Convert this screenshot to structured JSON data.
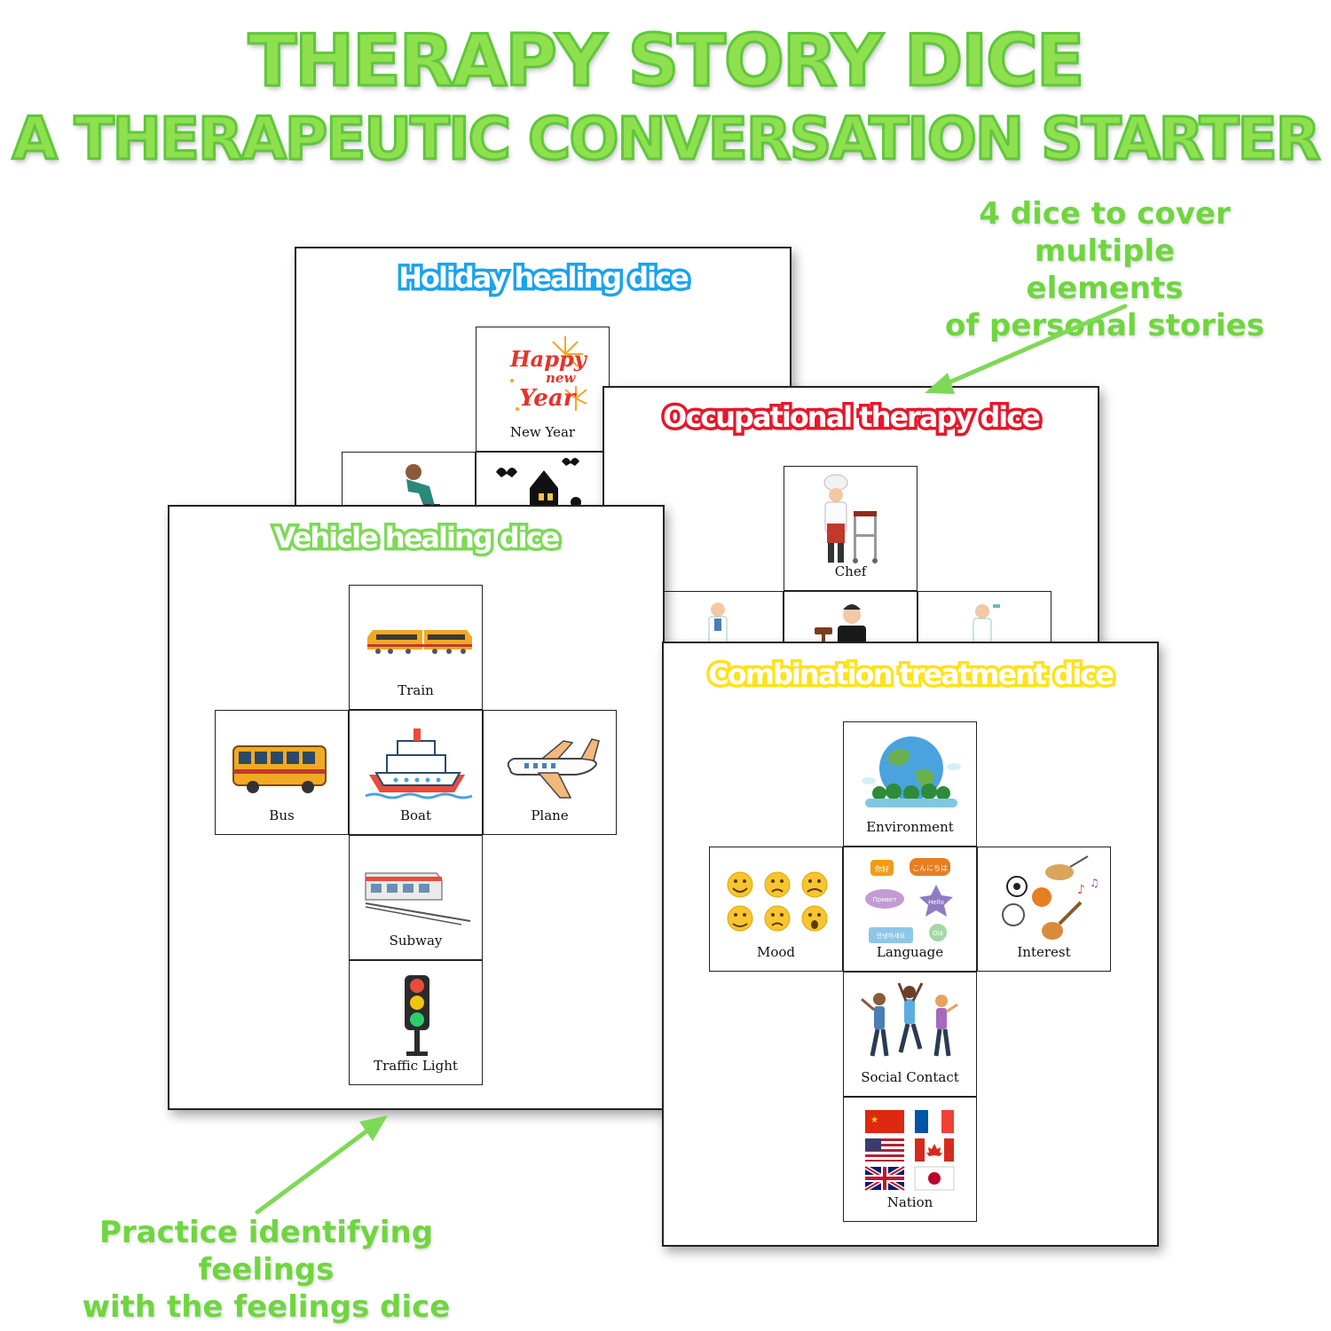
{
  "header": {
    "title_line1": "THERAPY STORY DICE",
    "title_line2": "A THERAPEUTIC CONVERSATION STARTER"
  },
  "callouts": {
    "top_right": "4 dice to cover multiple elements of personal stories",
    "top_right_lines": [
      "4 dice to cover multiple",
      "elements",
      "of personal stories"
    ],
    "bottom_left_lines": [
      "Practice identifying feelings",
      "with the feelings dice"
    ]
  },
  "colors": {
    "headline_green": "#8fe04f",
    "holiday_blue": "#1aa3ee",
    "occupational_red": "#e8162a",
    "vehicle_green": "#7ed957",
    "combination_yellow": "#ffe21a"
  },
  "sheets": {
    "holiday": {
      "title": "Holiday healing dice",
      "faces": [
        {
          "label": "New Year",
          "icon": "happy-new-year-icon",
          "art_text": [
            "Happy",
            "new",
            "Year"
          ]
        },
        {
          "label": "",
          "icon": "person-bowing-icon"
        },
        {
          "label": "",
          "icon": "halloween-house-icon"
        }
      ]
    },
    "occupational": {
      "title": "Occupational therapy dice",
      "faces": [
        {
          "label": "Chef",
          "icon": "chef-icon"
        },
        {
          "label": "",
          "icon": "doctor-icon"
        },
        {
          "label": "",
          "icon": "judge-icon"
        },
        {
          "label": "",
          "icon": "scientist-icon"
        }
      ]
    },
    "vehicle": {
      "title": "Vehicle healing dice",
      "faces": [
        {
          "label": "Train",
          "icon": "train-icon"
        },
        {
          "label": "Bus",
          "icon": "bus-icon"
        },
        {
          "label": "Boat",
          "icon": "boat-icon"
        },
        {
          "label": "Plane",
          "icon": "plane-icon"
        },
        {
          "label": "Subway",
          "icon": "subway-icon"
        },
        {
          "label": "Traffic Light",
          "icon": "traffic-light-icon"
        }
      ]
    },
    "combination": {
      "title": "Combination treatment dice",
      "faces": [
        {
          "label": "Environment",
          "icon": "earth-icon"
        },
        {
          "label": "Mood",
          "icon": "emoji-faces-icon"
        },
        {
          "label": "Language",
          "icon": "speech-bubbles-icon",
          "bubbles": [
            "你好",
            "こんにちは",
            "Привет",
            "Hello",
            "안녕하세요",
            "Olá"
          ]
        },
        {
          "label": "Interest",
          "icon": "hobbies-icon"
        },
        {
          "label": "Social Contact",
          "icon": "people-dancing-icon"
        },
        {
          "label": "Nation",
          "icon": "flags-icon"
        }
      ]
    }
  }
}
